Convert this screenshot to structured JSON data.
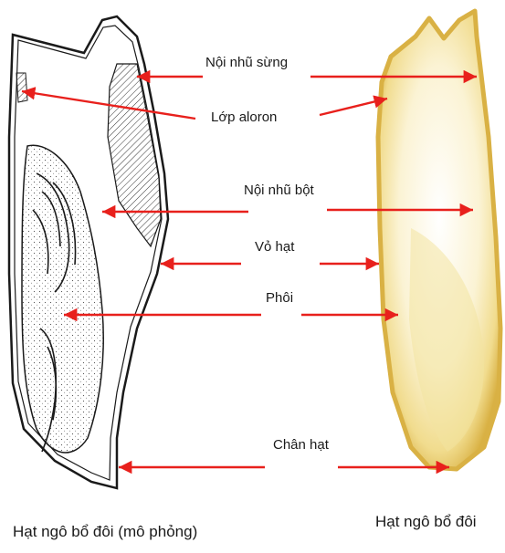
{
  "labels": {
    "noi_nhu_sung": "Nội nhũ sừng",
    "lop_aloron": "Lớp aloron",
    "noi_nhu_bot": "Nội nhũ bột",
    "vo_hat": "Vỏ hạt",
    "phoi": "Phôi",
    "chan_hat": "Chân hạt"
  },
  "captions": {
    "left": "Hạt ngô bổ đôi (mô phỏng)",
    "right": "Hạt ngô bổ đôi"
  },
  "colors": {
    "arrow": "#e8201c",
    "outline": "#1a1a1a",
    "kernel_fill": "#f6e7a8",
    "kernel_edge": "#d9b144"
  }
}
